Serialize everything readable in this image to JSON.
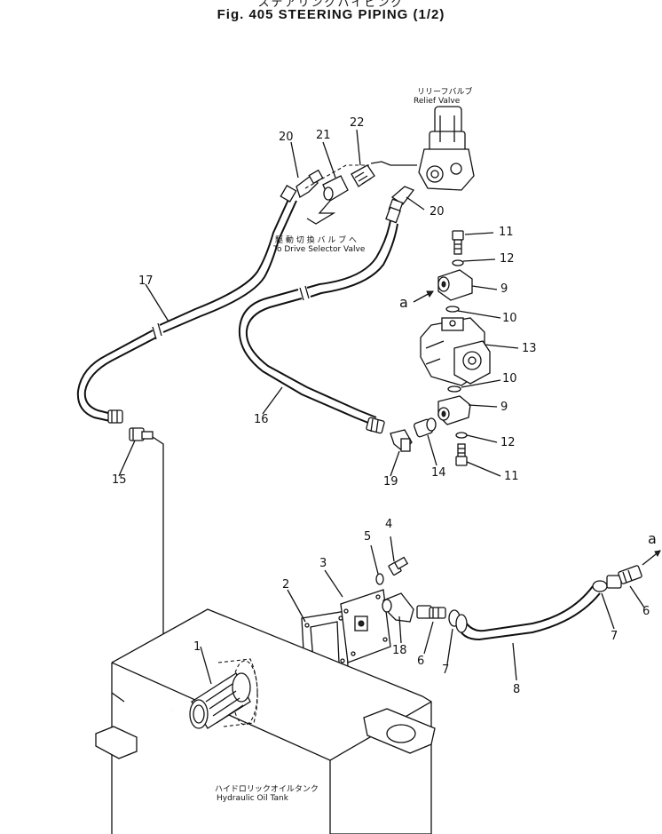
{
  "figure": {
    "title_jp": "ステアリングパイピング",
    "title": "Fig. 405  STEERING  PIPING  (1/2)"
  },
  "labels": {
    "relief_valve_jp": "リリーフバルブ",
    "relief_valve": "Relief  Valve",
    "drive_selector_jp": "駆 動 切 換 バ ル ブ へ",
    "drive_selector": "To  Drive  Selector  Valve",
    "tank_jp": "ハイドロリックオイルタンク",
    "tank": "Hydraulic  Oil  Tank",
    "arrow_a_top": "a",
    "arrow_a_right": "a"
  },
  "callouts": {
    "c20a": "20",
    "c21": "21",
    "c22": "22",
    "c20b": "20",
    "c11a": "11",
    "c12a": "12",
    "c9a": "9",
    "c10a": "10",
    "c13": "13",
    "c10b": "10",
    "c9b": "9",
    "c12b": "12",
    "c11b": "11",
    "c17": "17",
    "c16": "16",
    "c15": "15",
    "c19": "19",
    "c14": "14",
    "c4": "4",
    "c5": "5",
    "c3": "3",
    "c2": "2",
    "c1": "1",
    "c18": "18",
    "c6a": "6",
    "c7a": "7",
    "c8": "8",
    "c7b": "7",
    "c6b": "6"
  }
}
